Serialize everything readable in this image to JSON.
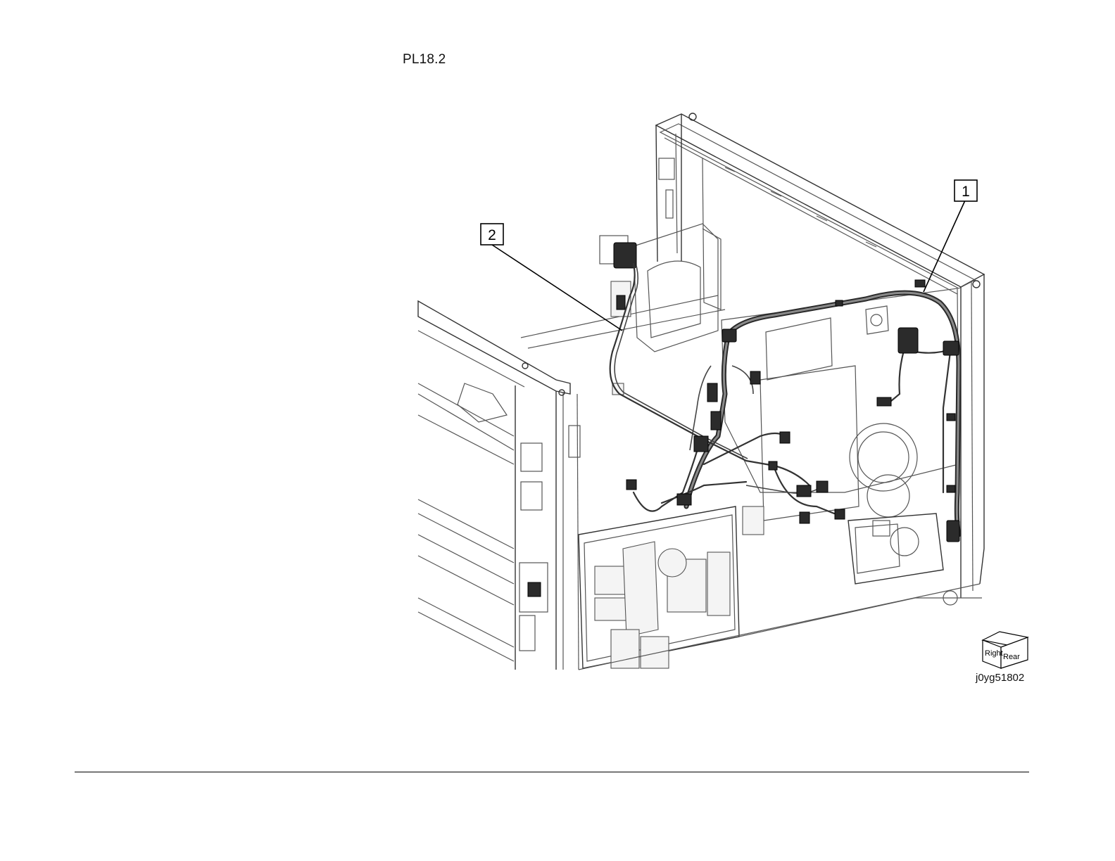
{
  "page_ref": "PL18.2",
  "callouts": [
    {
      "label": "1"
    },
    {
      "label": "2"
    }
  ],
  "orientation": {
    "right_label": "Right",
    "rear_label": "Rear"
  },
  "figure_id": "j0yg51802"
}
